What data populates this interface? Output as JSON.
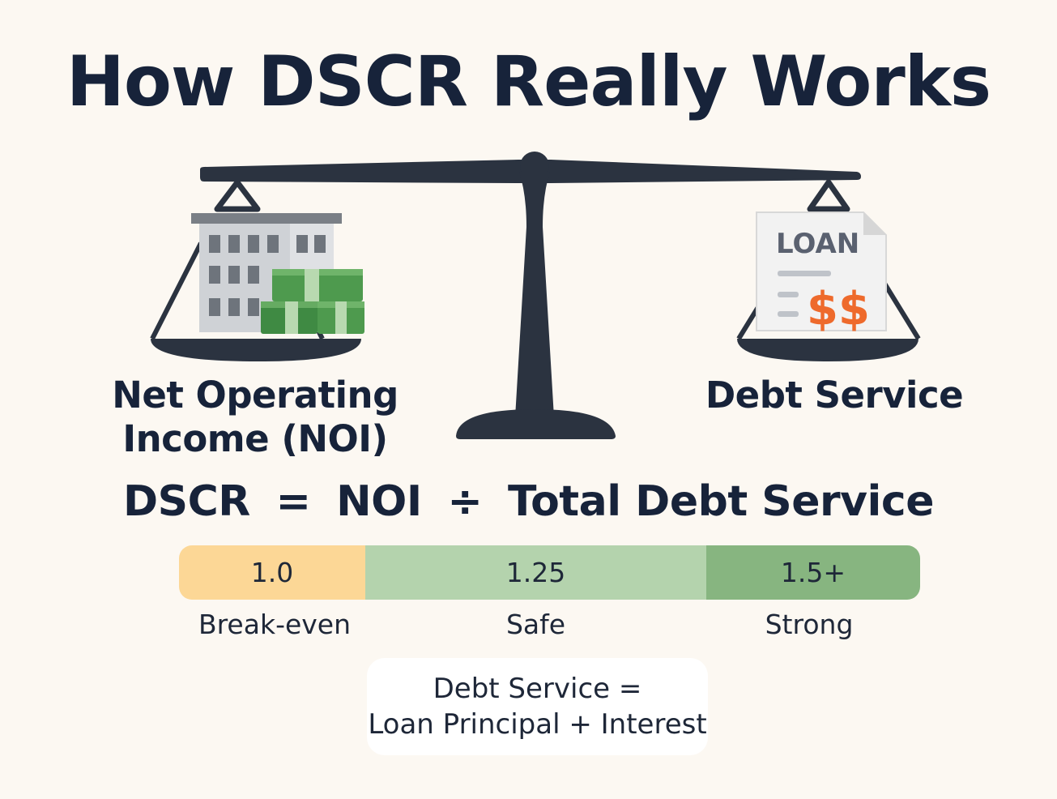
{
  "title": "How DSCR Really Works",
  "scale": {
    "left_label_line1": "Net Operating",
    "left_label_line2": "Income (NOI)",
    "right_label": "Debt Service",
    "document_text": "LOAN",
    "document_amount": "$$"
  },
  "formula": {
    "lhs": "DSCR",
    "equals": "=",
    "numerator": "NOI",
    "divide": "÷",
    "denominator": "Total Debt Service"
  },
  "tiers": [
    {
      "value": "1.0",
      "label": "Break-even",
      "color": "#fcd796"
    },
    {
      "value": "1.25",
      "label": "Safe",
      "color": "#b4d3ad"
    },
    {
      "value": "1.5+",
      "label": "Strong",
      "color": "#87b580"
    }
  ],
  "note": {
    "line1": "Debt Service =",
    "line2": "Loan Principal + Interest"
  },
  "colors": {
    "background": "#fcf8f2",
    "ink": "#17233a",
    "scale": "#2b3340",
    "money_green": "#4e9a4e",
    "dollar_orange": "#ee6a2c"
  }
}
